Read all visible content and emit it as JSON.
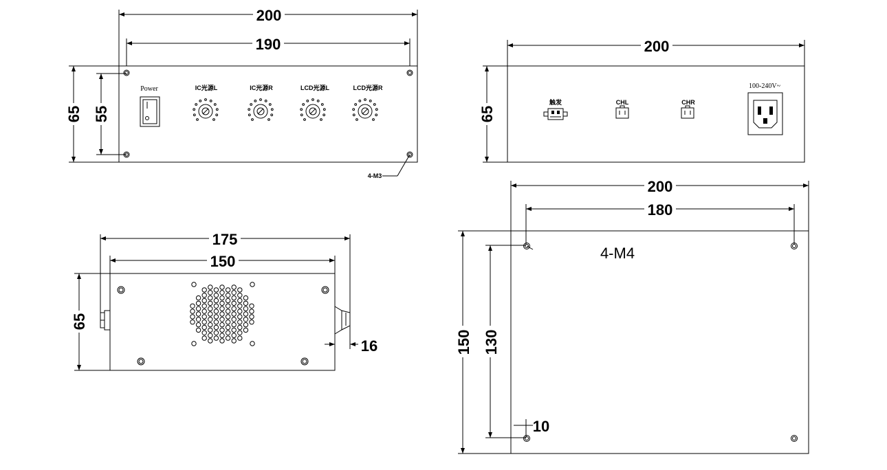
{
  "front_view": {
    "dims": {
      "overall_width": "200",
      "hole_span": "190",
      "height": "65",
      "hole_height": "55"
    },
    "power_label": "Power",
    "knob_labels": [
      "IC光源L",
      "IC光源R",
      "LCD光源L",
      "LCD光源R"
    ],
    "mount_note": "4-M3"
  },
  "rear_view": {
    "dims": {
      "width": "200",
      "height": "65"
    },
    "connector_labels": [
      "触发",
      "CHL",
      "CHR"
    ],
    "power_input": "100-240V~"
  },
  "side_view": {
    "dims": {
      "overall": "175",
      "body": "150",
      "height": "65",
      "protrusion": "16"
    }
  },
  "bottom_view": {
    "dims": {
      "width": "200",
      "hole_span": "180",
      "depth": "150",
      "hole_depth": "130",
      "edge_offset": "10"
    },
    "mount_note": "4-M4"
  }
}
